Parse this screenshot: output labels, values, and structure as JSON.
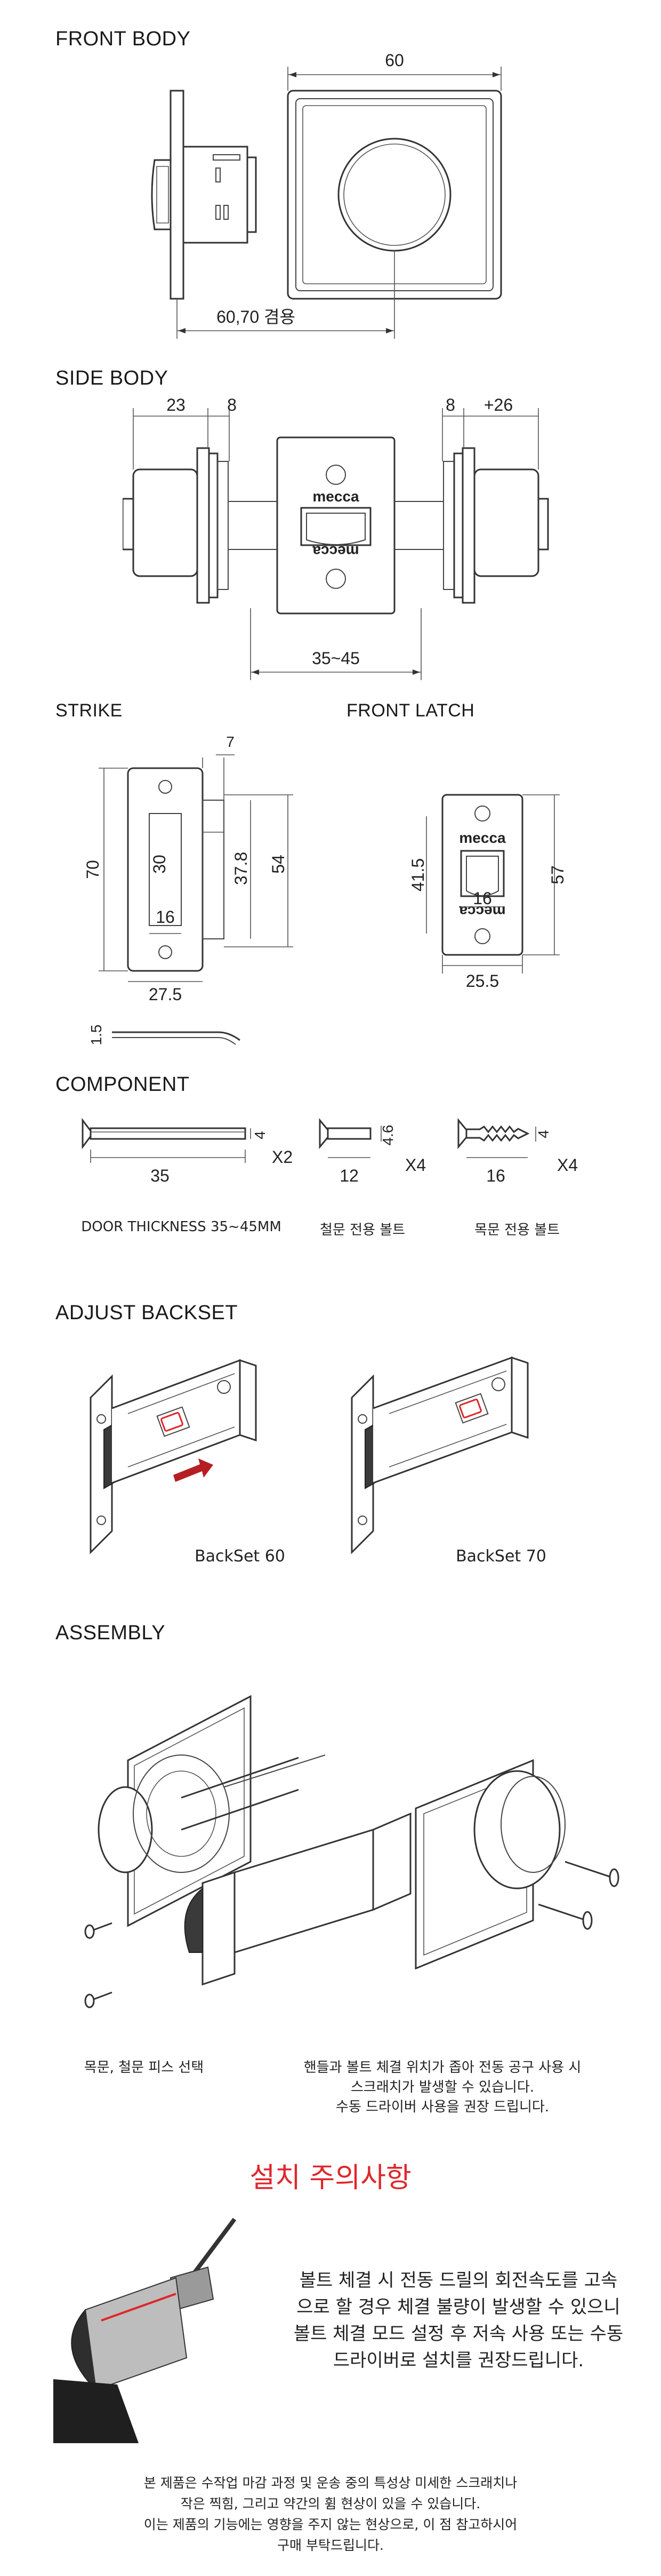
{
  "sections": {
    "front_body": "FRONT BODY",
    "side_body": "SIDE BODY",
    "strike": "STRIKE",
    "front_latch": "FRONT LATCH",
    "component": "COMPONENT",
    "adjust_backset": "ADJUST BACKSET",
    "assembly": "ASSEMBLY"
  },
  "front_body": {
    "dim_top": "60",
    "dim_bottom": "60,70 겸용"
  },
  "side_body": {
    "dim_a": "23",
    "dim_b": "8",
    "dim_c": "8",
    "dim_d": "+26",
    "dim_bottom": "35~45",
    "brand": "mecca"
  },
  "strike": {
    "dim_top": "7",
    "dim_height": "70",
    "dim_slot_h": "30",
    "dim_inner": "37.8",
    "dim_outer": "54",
    "dim_slot_w": "16",
    "dim_width": "27.5",
    "dim_thick": "1.5"
  },
  "front_latch": {
    "dim_inner": "41.5",
    "dim_height": "57",
    "dim_bolt": "16",
    "dim_width": "25.5",
    "brand": "mecca"
  },
  "component": {
    "door_bolt": {
      "length": "35",
      "dia": "4",
      "qty": "X2",
      "caption": "DOOR THICKNESS 35~45MM"
    },
    "steel_bolt": {
      "length": "12",
      "dia": "4.6",
      "qty": "X4",
      "caption": "철문 전용 볼트"
    },
    "wood_bolt": {
      "length": "16",
      "dia": "4",
      "qty": "X4",
      "caption": "목문 전용 볼트"
    }
  },
  "adjust_backset": {
    "left_caption": "BackSet 60",
    "right_caption": "BackSet 70"
  },
  "assembly": {
    "left_caption": "목문, 철문 피스 선택",
    "right_caption_1": "핸들과 볼트 체결 위치가 좁아 전동 공구 사용 시",
    "right_caption_2": "스크래치가 발생할 수 있습니다.",
    "right_caption_3": "수동 드라이버 사용을 권장 드립니다."
  },
  "notice": {
    "title": "설치 주의사항",
    "line1": "볼트 체결 시 전동 드릴의 회전속도를 고속",
    "line2": "으로 할 경우 체결 불량이 발생할 수 있으니",
    "line3": "볼트 체결 모드 설정 후 저속 사용 또는 수동",
    "line4": "드라이버로 설치를 권장드립니다."
  },
  "footer": {
    "line1": "본 제품은 수작업 마감 과정 및 운송 중의 특성상 미세한 스크래치나",
    "line2": "작은 찍힘, 그리고 약간의 휨 현상이 있을 수 있습니다.",
    "line3": "이는 제품의 기능에는 영향을 주지 않는 현상으로, 이 점 참고하시어",
    "line4": "구매 부탁드립니다."
  },
  "colors": {
    "accent": "#e0262b",
    "line": "#333333"
  }
}
